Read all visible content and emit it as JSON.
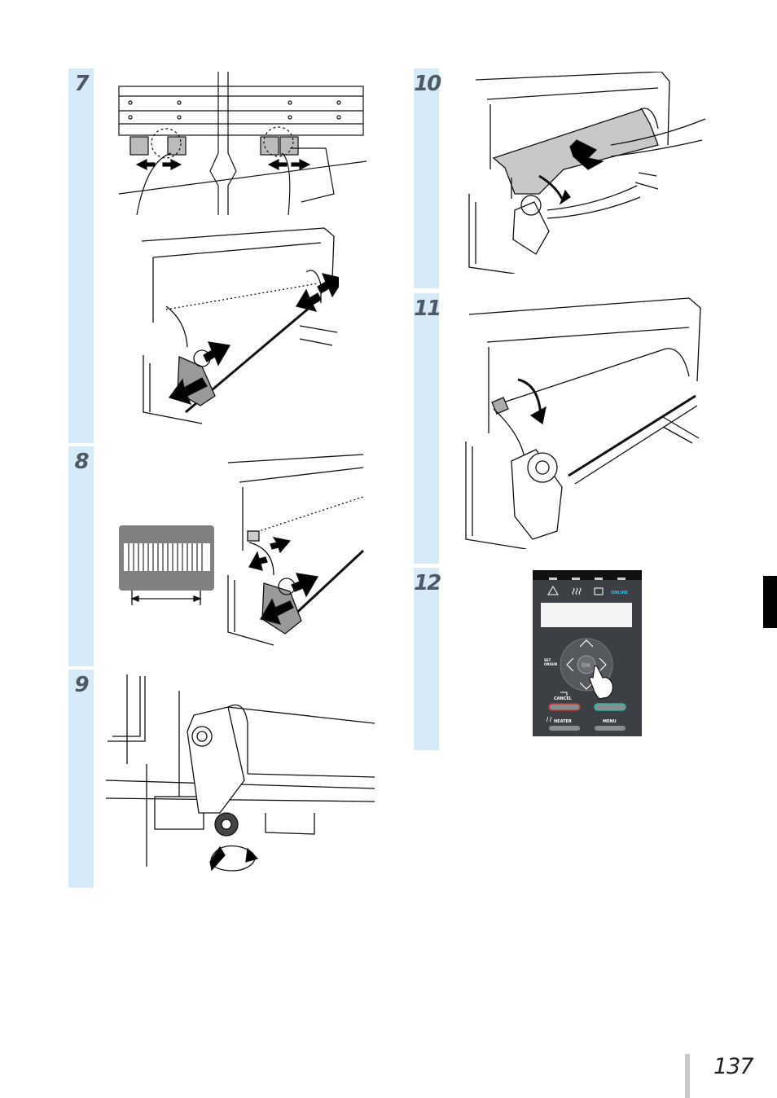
{
  "steps": [
    {
      "number": "7"
    },
    {
      "number": "8"
    },
    {
      "number": "9"
    },
    {
      "number": "10"
    },
    {
      "number": "11"
    },
    {
      "number": "12"
    }
  ],
  "control_panel": {
    "online_label": "ONLINE",
    "set_origin_label_line1": "SET",
    "set_origin_label_line2": "ORIGIN",
    "ok_label": "OK",
    "cancel_label": "CANCEL",
    "heater_label": "HEATER",
    "menu_label": "MENU",
    "accent_red": "#c0392b",
    "accent_teal": "#2bb3a3",
    "accent_online": "#3bb5e6"
  },
  "page_number": "137"
}
